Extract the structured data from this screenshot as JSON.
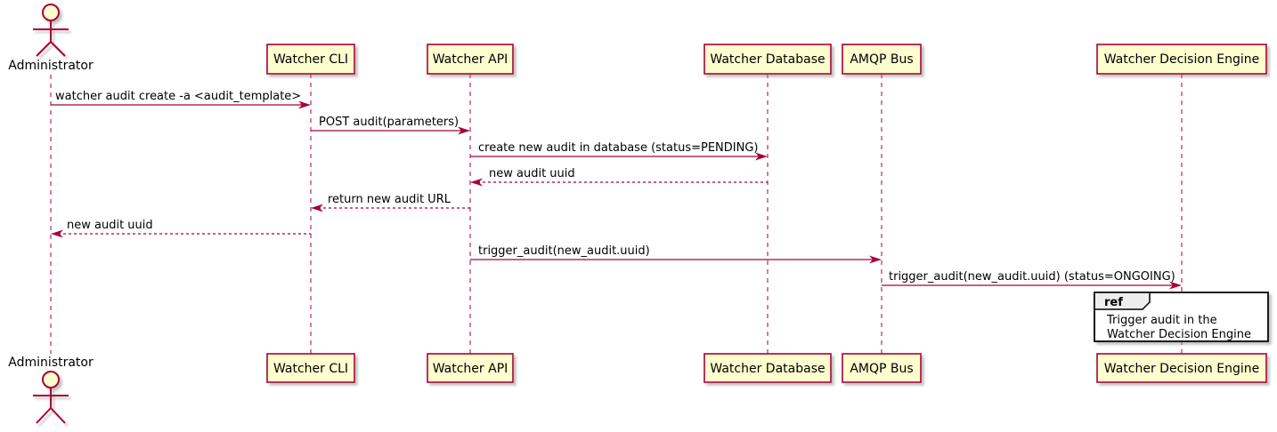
{
  "diagram": {
    "type": "sequence-diagram",
    "actor": {
      "name": "Administrator"
    },
    "participants": [
      {
        "name": "Watcher CLI"
      },
      {
        "name": "Watcher API"
      },
      {
        "name": "Watcher Database"
      },
      {
        "name": "AMQP Bus"
      },
      {
        "name": "Watcher Decision Engine"
      }
    ],
    "messages": [
      {
        "from": "Administrator",
        "to": "Watcher CLI",
        "text": "watcher audit create -a <audit_template>",
        "style": "solid"
      },
      {
        "from": "Watcher CLI",
        "to": "Watcher API",
        "text": "POST audit(parameters)",
        "style": "solid"
      },
      {
        "from": "Watcher API",
        "to": "Watcher Database",
        "text": "create new audit in database (status=PENDING)",
        "style": "solid"
      },
      {
        "from": "Watcher Database",
        "to": "Watcher API",
        "text": "new audit uuid",
        "style": "dashed"
      },
      {
        "from": "Watcher API",
        "to": "Watcher CLI",
        "text": "return new audit URL",
        "style": "dashed"
      },
      {
        "from": "Watcher CLI",
        "to": "Administrator",
        "text": "new audit uuid",
        "style": "dashed"
      },
      {
        "from": "Watcher API",
        "to": "AMQP Bus",
        "text": "trigger_audit(new_audit.uuid)",
        "style": "solid"
      },
      {
        "from": "AMQP Bus",
        "to": "Watcher Decision Engine",
        "text": "trigger_audit(new_audit.uuid) (status=ONGOING)",
        "style": "solid"
      }
    ],
    "ref": {
      "keyword": "ref",
      "lines": [
        "Trigger audit in the",
        "Watcher Decision Engine"
      ]
    },
    "colors": {
      "background": "#FFFFFF",
      "participant_fill": "#FEFECE",
      "participant_border": "#A80036",
      "lifeline": "#A80036",
      "arrow": "#A80036",
      "text": "#000000",
      "ref_border": "#000000",
      "ref_fill": "#FFFFFF",
      "ref_header_fill": "#EEEEEE",
      "shadow": "#888888"
    }
  }
}
